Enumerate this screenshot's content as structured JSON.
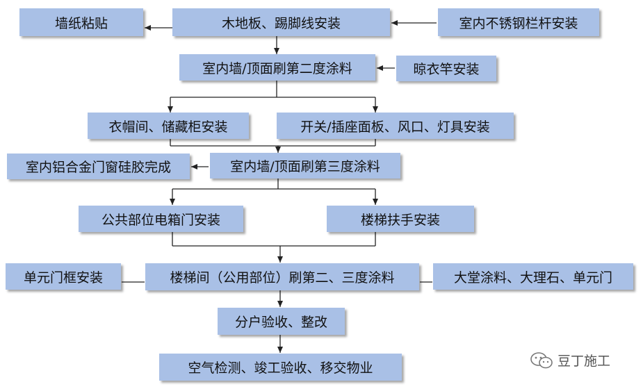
{
  "nodes": {
    "wallpaper": "墙纸粘贴",
    "wood_floor": "木地板、踢脚线安装",
    "railing": "室内不锈钢栏杆安装",
    "paint_second": "室内墙/顶面刷第二度涂料",
    "clothes_pole": "晾衣竿安装",
    "cabinet": "衣帽间、储藏柜安装",
    "switch_panel": "开关/插座面板、风口、灯具安装",
    "window_silicone": "室内铝合金门窗硅胶完成",
    "paint_third": "室内墙/顶面刷第三度涂料",
    "electric_box": "公共部位电箱门安装",
    "stair_handrail": "楼梯扶手安装",
    "unit_door_frame": "单元门框安装",
    "stairwell_paint": "楼梯间（公用部位）刷第二、三度涂料",
    "lobby": "大堂涂料、大理石、单元门",
    "acceptance": "分户验收、整改",
    "final": "空气检测、竣工验收、移交物业"
  },
  "watermark": {
    "text": "豆丁施工",
    "icon": "wechat-icon"
  },
  "colors": {
    "box_fill": "#a9c0e6",
    "line": "#222222"
  }
}
